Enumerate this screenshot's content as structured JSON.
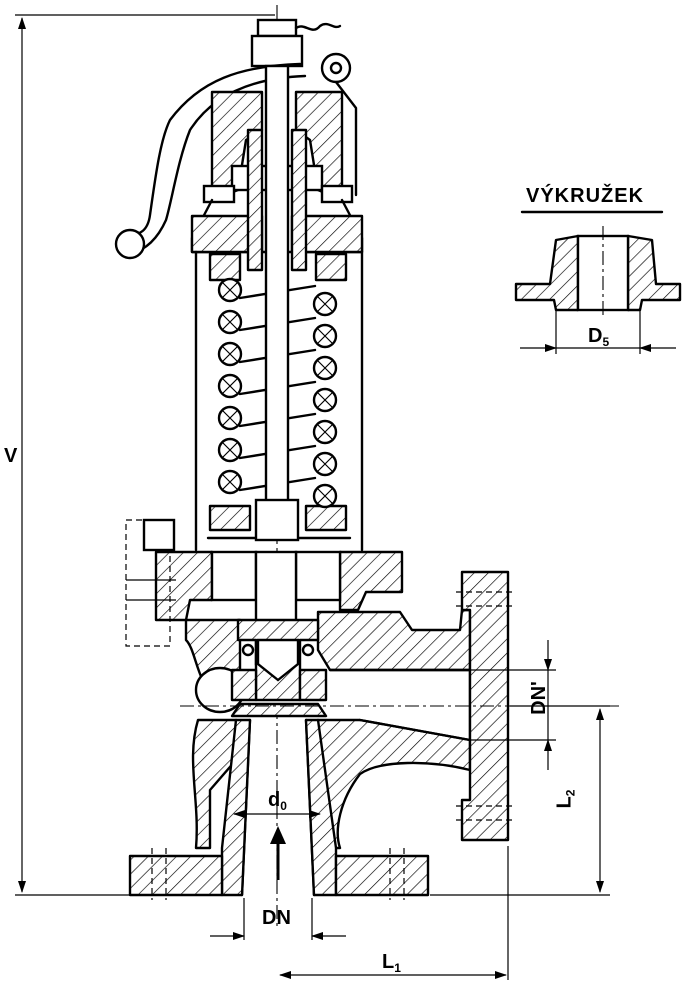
{
  "labels": {
    "height": "V",
    "detail_title": "VÝKRUŽEK",
    "detail_dim": {
      "main": "D",
      "sub": "5"
    },
    "outlet_dim": "DN'",
    "seat_dim": {
      "main": "d",
      "sub": "0"
    },
    "inlet_dim": "DN",
    "length_1": {
      "main": "L",
      "sub": "1"
    },
    "length_2": {
      "main": "L",
      "sub": "2"
    }
  }
}
